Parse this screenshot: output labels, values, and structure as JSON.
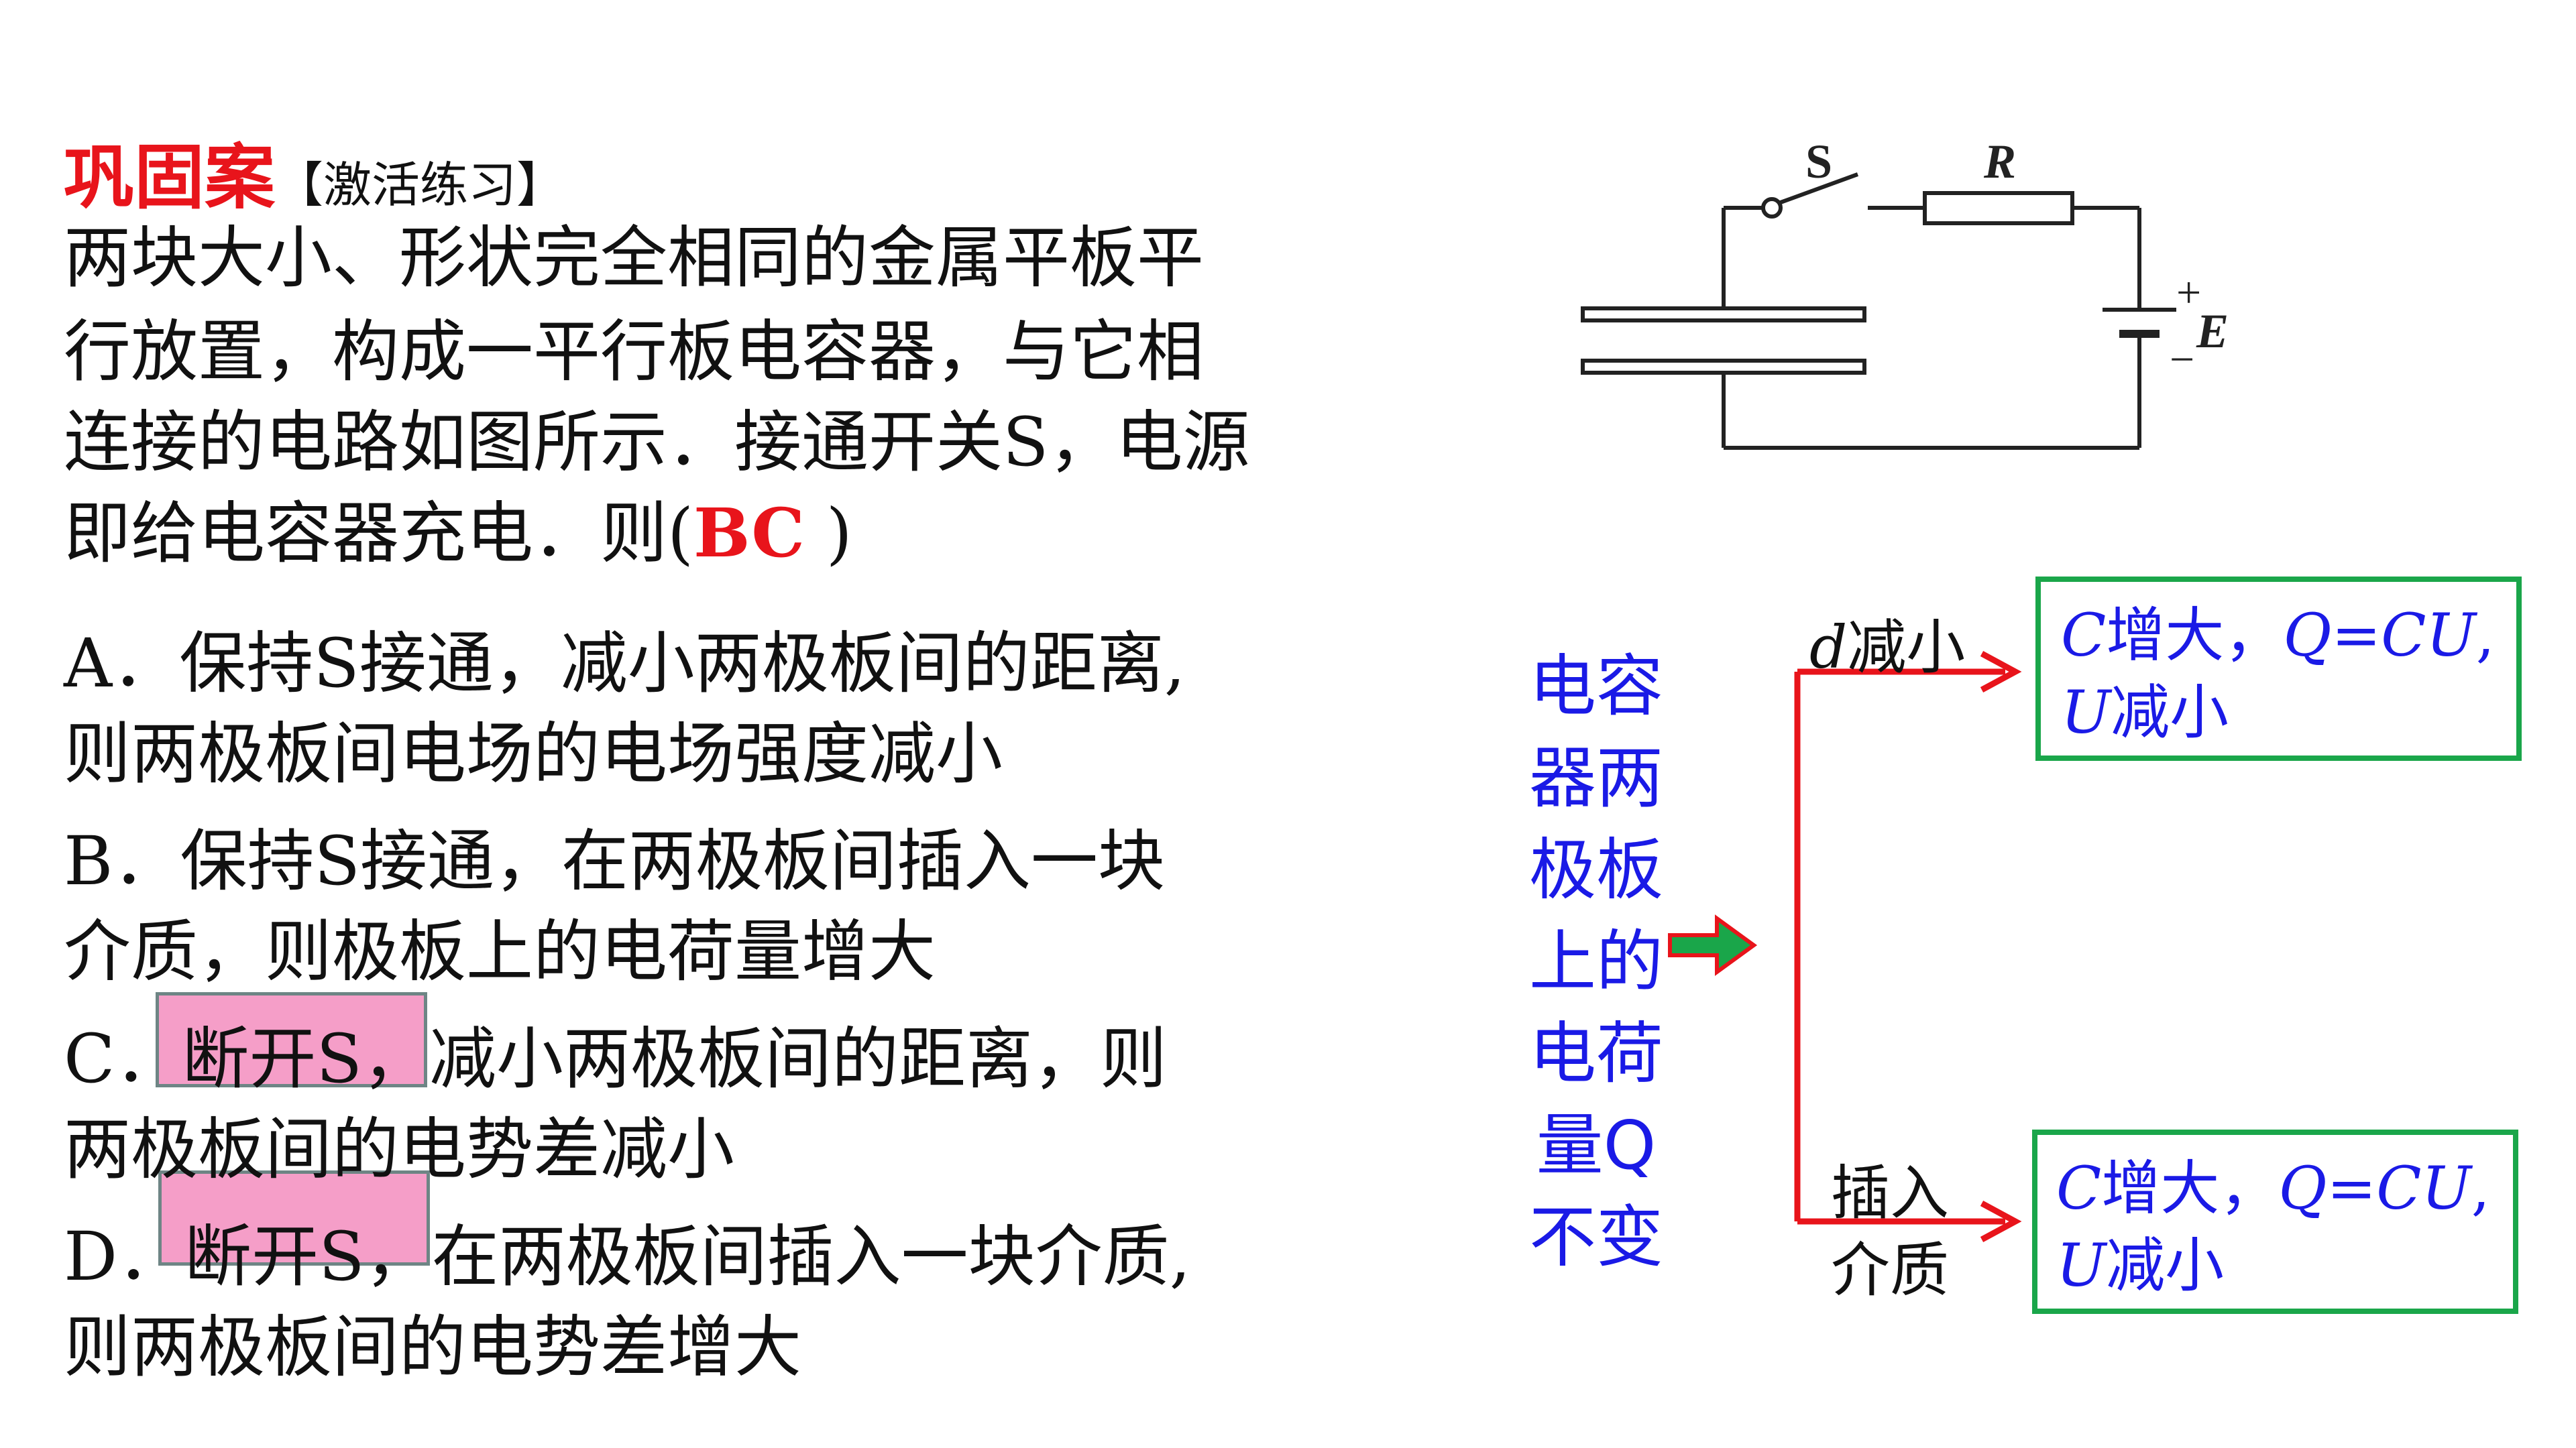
{
  "title": {
    "main": "巩固案",
    "sub": "【激活练习】"
  },
  "question": {
    "lines": [
      "两块大小、形状完全相同的金属平板平",
      "行放置，构成一平行板电容器，与它相",
      "连接的电路如图所示．接通开关S，电源"
    ],
    "last_prefix": "即给电容器充电．则(",
    "answer": "BC",
    "last_suffix": " )"
  },
  "options": {
    "a1": "A．保持S接通，减小两极板间的距离,",
    "a2": "则两极板间电场的电场强度减小",
    "b1": "B．保持S接通，在两极板间插入一块",
    "b2": "介质，则极板上的电荷量增大",
    "c1": "C．断开S，减小两极板间的距离，则",
    "c2": "两极板间的电势差减小",
    "d1": "D．断开S，在两极板间插入一块介质,",
    "d2": "则两极板间的电势差增大"
  },
  "circuit": {
    "switch_label": "S",
    "resistor_label": "R",
    "plus": "+",
    "minus": "−",
    "emf_label": "E"
  },
  "summary": {
    "vertical_lines": [
      "电容",
      "器两",
      "极板",
      "上的",
      "电荷",
      "量Q",
      "不变"
    ],
    "branch_top": {
      "var": "d",
      "text": "减小"
    },
    "branch_bottom": [
      "插入",
      "介质"
    ],
    "box_top": {
      "line1_c": "C",
      "line1_a": "增大，",
      "line1_q": "Q",
      "line1_eq": "=",
      "line1_cu": "CU",
      "line1_end": ",",
      "line2_u": "U",
      "line2_t": "减小"
    },
    "box_bottom": {
      "line1_c": "C",
      "line1_a": "增大，",
      "line1_q": "Q",
      "line1_eq": "=",
      "line1_cu": "CU",
      "line1_end": ",",
      "line2_u": "U",
      "line2_t": "减小"
    }
  },
  "colors": {
    "red": "#e8141b",
    "blue": "#1a1ae6",
    "green": "#1aa64a",
    "pink": "#f59ec8"
  }
}
